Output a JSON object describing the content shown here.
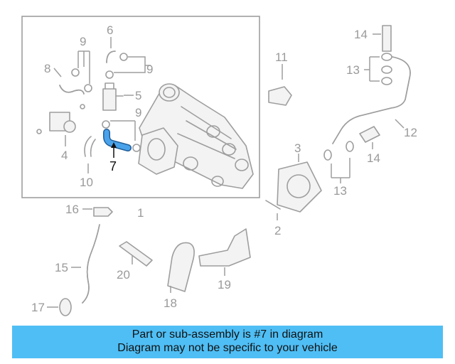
{
  "diagram": {
    "highlighted_part": "7",
    "part_labels": {
      "l1": "1",
      "l2": "2",
      "l3": "3",
      "l4": "4",
      "l5": "5",
      "l6": "6",
      "l7": "7",
      "l8": "8",
      "l9a": "9",
      "l9b": "9",
      "l9c": "9",
      "l10": "10",
      "l11": "11",
      "l12": "12",
      "l13a": "13",
      "l13b": "13",
      "l14a": "14",
      "l14b": "14",
      "l15": "15",
      "l16": "16",
      "l17": "17",
      "l18": "18",
      "l19": "19",
      "l20": "20"
    },
    "colors": {
      "highlight": "#3b8fd9",
      "banner": "#4fbef5",
      "parts": "#9e9e9e"
    }
  },
  "banner": {
    "line1": "Part or sub-assembly is #7 in diagram",
    "line2": "Diagram may not be specific to your vehicle"
  }
}
